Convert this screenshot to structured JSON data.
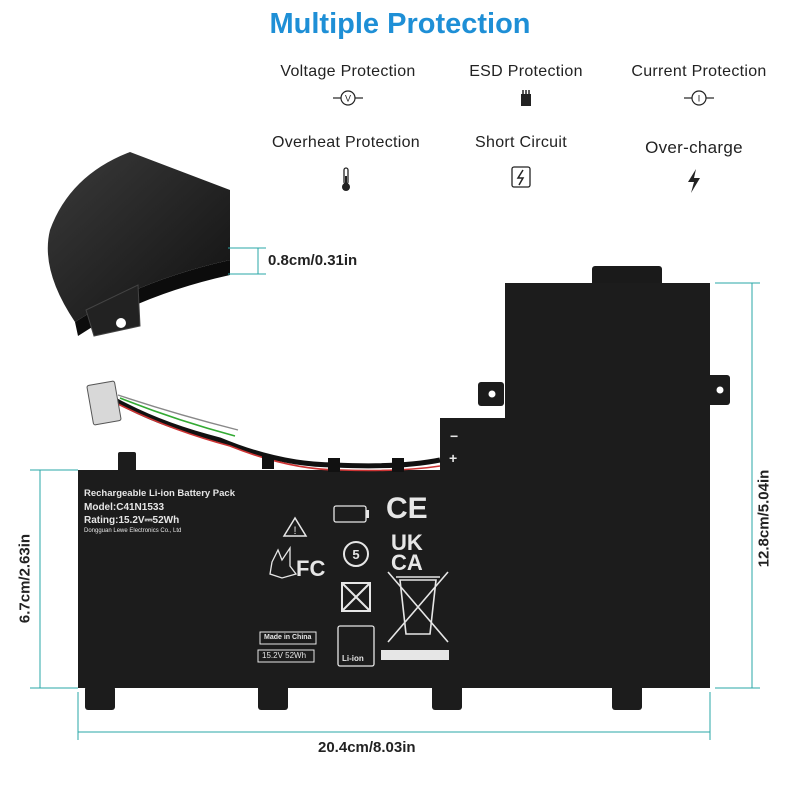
{
  "header": {
    "title": "Multiple Protection"
  },
  "protections": [
    {
      "label": "Voltage Protection",
      "icon": "voltage-icon",
      "glyph": "-(V)-"
    },
    {
      "label": "ESD Protection",
      "icon": "esd-chip-icon",
      "glyph": "▮"
    },
    {
      "label": "Current Protection",
      "icon": "current-icon",
      "glyph": "-(I)-"
    },
    {
      "label": "Overheat Protection",
      "icon": "thermometer-icon",
      "glyph": "🌡"
    },
    {
      "label": "Short Circuit",
      "icon": "short-circuit-icon",
      "glyph": "⚡"
    },
    {
      "label": "Over-charge",
      "icon": "lightning-icon",
      "glyph": "ϟ"
    }
  ],
  "dimensions": {
    "thickness": "0.8cm/0.31in",
    "height_total": "12.8cm/5.04in",
    "height_label": "6.7cm/2.63in",
    "width": "20.4cm/8.03in"
  },
  "battery_label": {
    "pack_title": "Rechargeable Li-ion Battery Pack",
    "model": "Model:C41N1533",
    "rating": "Rating:15.2V⎓52Wh",
    "maker": "Dongguan Lewe Electronics Co., Ltd",
    "made_in": "Made in China",
    "spec_box": "15.2V 52Wh",
    "li_ion": "Li-ion",
    "ce_mark": "CE",
    "fc_mark": "FC",
    "ukca_top": "UK",
    "ukca_bottom": "CA",
    "terminal_minus": "−",
    "terminal_plus": "+"
  },
  "colors": {
    "accent": "#1e8fd6",
    "dimension_line": "#2aa7a7",
    "battery_body": "#1c1c1c"
  }
}
